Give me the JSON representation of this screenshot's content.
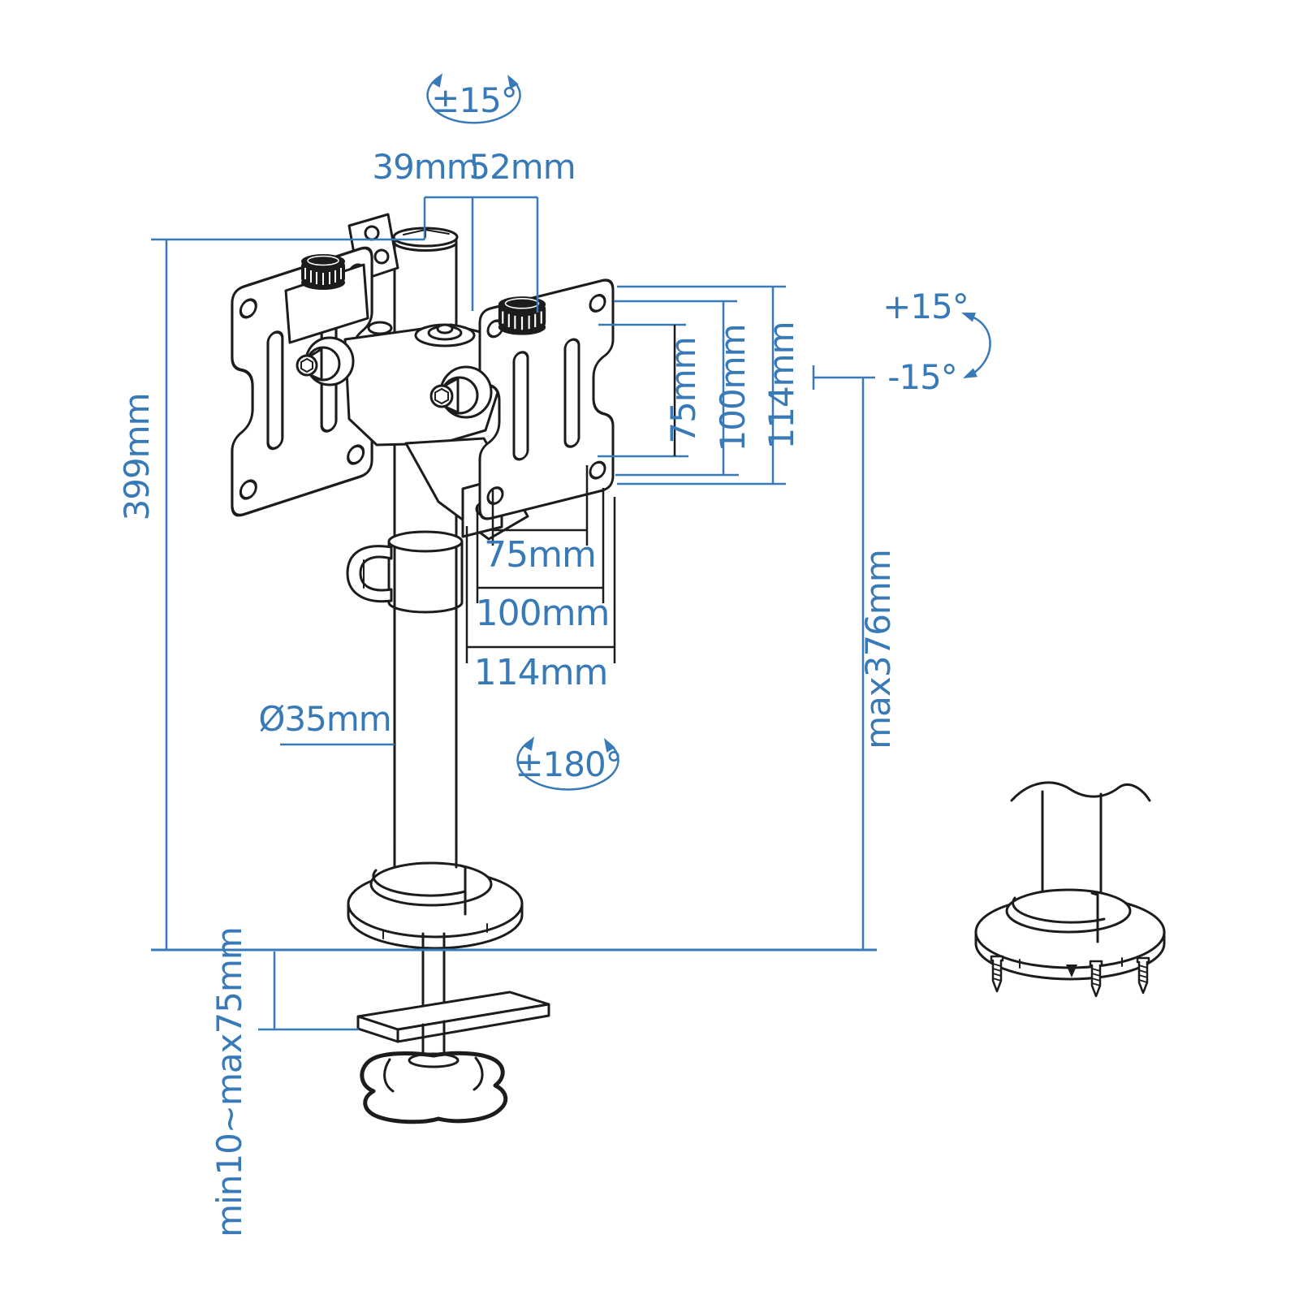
{
  "diagram": {
    "labels": {
      "swivel_top": "±15°",
      "offset_39": "39mm",
      "offset_52": "52mm",
      "tilt_plus": "+15°",
      "tilt_minus": "-15°",
      "vesa_v_75": "75mm",
      "vesa_v_100": "100mm",
      "vesa_v_114": "114mm",
      "total_height": "399mm",
      "vesa_h_75": "75mm",
      "vesa_h_100": "100mm",
      "vesa_h_114": "114mm",
      "pole_diameter": "Ø35mm",
      "rotation_180": "±180°",
      "max_height": "max376mm",
      "clamp_range": "min10~max75mm"
    },
    "colors": {
      "dimension_blue": "#3879b7",
      "line_art_black": "#1c1c1c",
      "background": "#ffffff"
    }
  }
}
